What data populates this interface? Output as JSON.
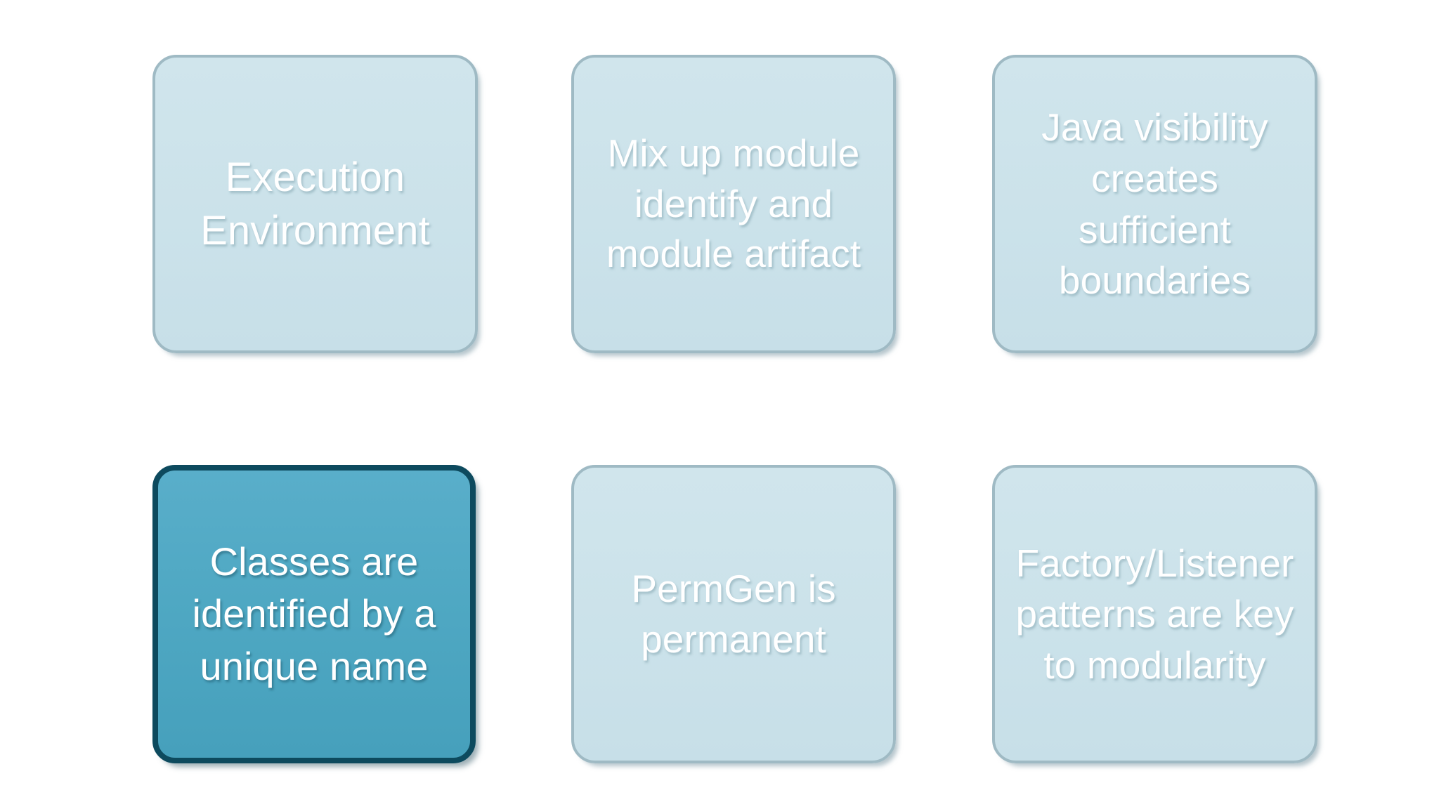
{
  "slide": {
    "background_color": "#ffffff",
    "layout": "3x2-card-grid",
    "cards": [
      {
        "id": "execution-environment",
        "label": "Execution\nEnvironment",
        "state": "normal",
        "fill_color": "#cce3ea",
        "border_color": "#9fbac4",
        "text_color": "#ffffff"
      },
      {
        "id": "mix-up-module-identify-and-module-artifact",
        "label": "Mix up module\nidentify and\nmodule artifact",
        "state": "normal",
        "fill_color": "#cce3ea",
        "border_color": "#9fbac4",
        "text_color": "#ffffff"
      },
      {
        "id": "java-visibility-creates-sufficient-boundaries",
        "label": "Java visibility\ncreates\nsufficient\nboundaries",
        "state": "normal",
        "fill_color": "#cce3ea",
        "border_color": "#9fbac4",
        "text_color": "#ffffff"
      },
      {
        "id": "classes-are-identified-by-a-unique-name",
        "label": "Classes are\nidentified by a\nunique name",
        "state": "highlighted",
        "fill_color": "#4fa8c3",
        "border_color": "#0d4a5e",
        "text_color": "#ffffff"
      },
      {
        "id": "permgen-is-permanent",
        "label": "PermGen is\npermanent",
        "state": "normal",
        "fill_color": "#cce3ea",
        "border_color": "#9fbac4",
        "text_color": "#ffffff"
      },
      {
        "id": "factory-listener-patterns-are-key-to-modularity",
        "label": "Factory/Listener\npatterns are key\nto modularity",
        "state": "normal",
        "fill_color": "#cce3ea",
        "border_color": "#9fbac4",
        "text_color": "#ffffff"
      }
    ]
  }
}
